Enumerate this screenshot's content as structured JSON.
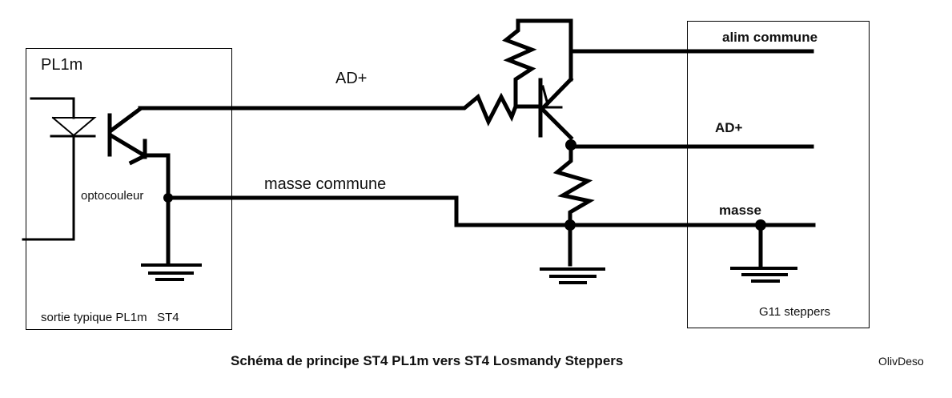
{
  "left_box": {
    "title": "PL1m",
    "component_label": "optocouleur",
    "footer": "sortie typique PL1m   ST4"
  },
  "wires": {
    "signal_label": "AD+",
    "ground_label": "masse commune"
  },
  "right_box": {
    "line1_label": "alim commune",
    "line2_label": "AD+",
    "line3_label": "masse",
    "footer": "G11 steppers"
  },
  "caption": "Schéma de principe ST4 PL1m vers ST4 Losmandy Steppers",
  "author": "OlivDeso",
  "components": [
    "optocoupler-led",
    "phototransistor",
    "pnp-transistor",
    "resistor-base",
    "resistor-pullup",
    "resistor-emitter",
    "ground-left",
    "ground-middle",
    "ground-right"
  ]
}
